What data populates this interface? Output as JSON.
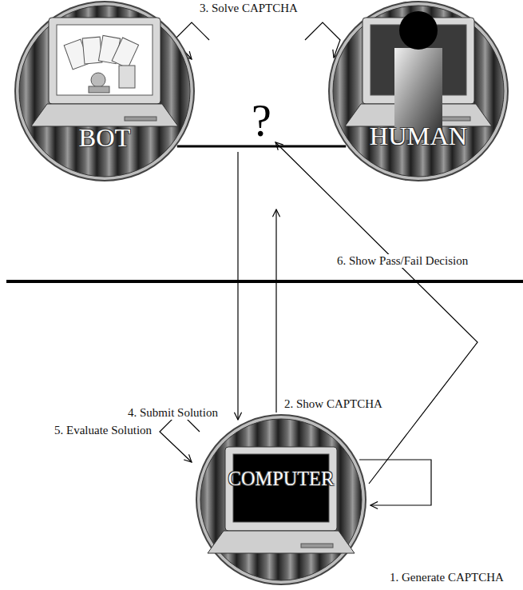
{
  "diagram": {
    "nodes": [
      {
        "text": [
          "BOT"
        ]
      },
      {
        "text": [
          "HUMAN"
        ]
      },
      {
        "text": [
          "COMPUTER"
        ]
      }
    ],
    "edges": [
      {
        "from": 0,
        "to": 1,
        "arrow": "none",
        "label": "?"
      }
    ],
    "labels": [
      "3. Solve CAPTCHA",
      "2. Show CAPTCHA",
      "4. Submit Solution",
      "5. Evaluate Solution",
      "6. Show Pass/Fail Decision",
      "1. Generate CAPTCHA"
    ]
  }
}
